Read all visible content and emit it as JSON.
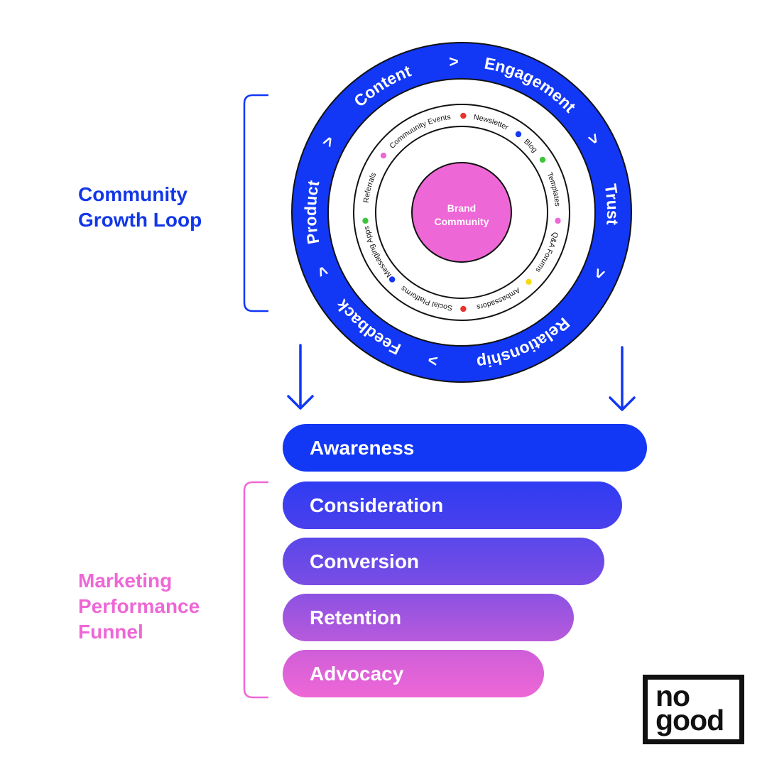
{
  "colors": {
    "blue": "#1237F5",
    "pink": "#EE67D6",
    "black": "#111111"
  },
  "loop": {
    "label_lines": [
      "Community",
      "Growth Loop"
    ],
    "center": [
      "Brand",
      "Community"
    ],
    "outer_stages": [
      "Content",
      "Engagement",
      "Trust",
      "Relationship",
      "Feedback",
      "Product"
    ],
    "arrow_glyph": ">",
    "channels": [
      "Commuunity Events",
      "Newsletter",
      "Blog",
      "Templates",
      "Q&A Forums",
      "Ambassadors",
      "Social Platforms",
      "Messaging Apps",
      "Referrals"
    ],
    "dot_colors": [
      "#E8322B",
      "#1237F5",
      "#3DC43A",
      "#EE67D6",
      "#F5DC10",
      "#E8322B",
      "#1237F5",
      "#3DC43A",
      "#EE67D6"
    ]
  },
  "funnel": {
    "label_lines": [
      "Marketing",
      "Performance",
      "Funnel"
    ],
    "stages": [
      {
        "label": "Awareness",
        "from": "#1237F5",
        "to": "#1237F5"
      },
      {
        "label": "Consideration",
        "from": "#2F3CF2",
        "to": "#4A40EC"
      },
      {
        "label": "Conversion",
        "from": "#5A47EA",
        "to": "#7A4DE4"
      },
      {
        "label": "Retention",
        "from": "#8B52E2",
        "to": "#B85ADC"
      },
      {
        "label": "Advocacy",
        "from": "#CF5ED9",
        "to": "#EE67D6"
      }
    ]
  },
  "logo": {
    "lines": [
      "no",
      "good"
    ]
  }
}
